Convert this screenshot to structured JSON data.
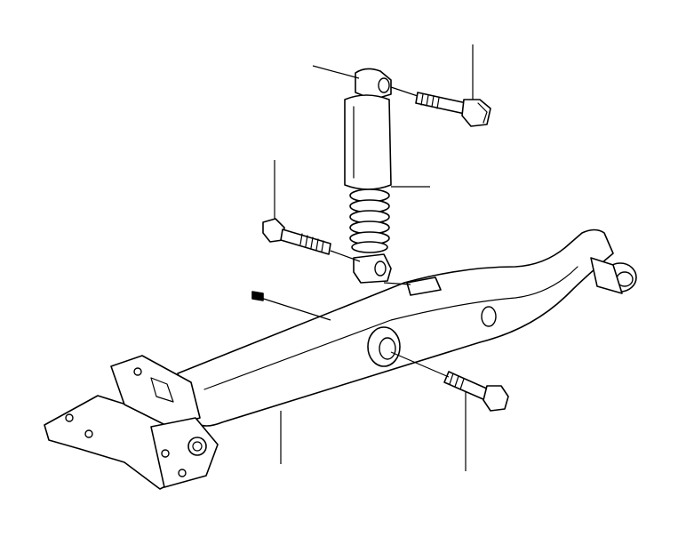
{
  "diagram": {
    "parts": [
      {
        "id": "shock-absorber",
        "icon": "shock-absorber-icon"
      },
      {
        "id": "upper-mount-bolt",
        "icon": "bolt-icon"
      },
      {
        "id": "lower-mount-bolt",
        "icon": "bolt-icon"
      },
      {
        "id": "axle-beam",
        "icon": "axle-beam-icon"
      },
      {
        "id": "bushing",
        "icon": "bushing-icon"
      },
      {
        "id": "beam-mount-bolt",
        "icon": "bolt-icon"
      },
      {
        "id": "mounting-bracket",
        "icon": "bracket-icon"
      }
    ],
    "colors": {
      "stroke": "#000000",
      "fill": "#ffffff"
    }
  }
}
